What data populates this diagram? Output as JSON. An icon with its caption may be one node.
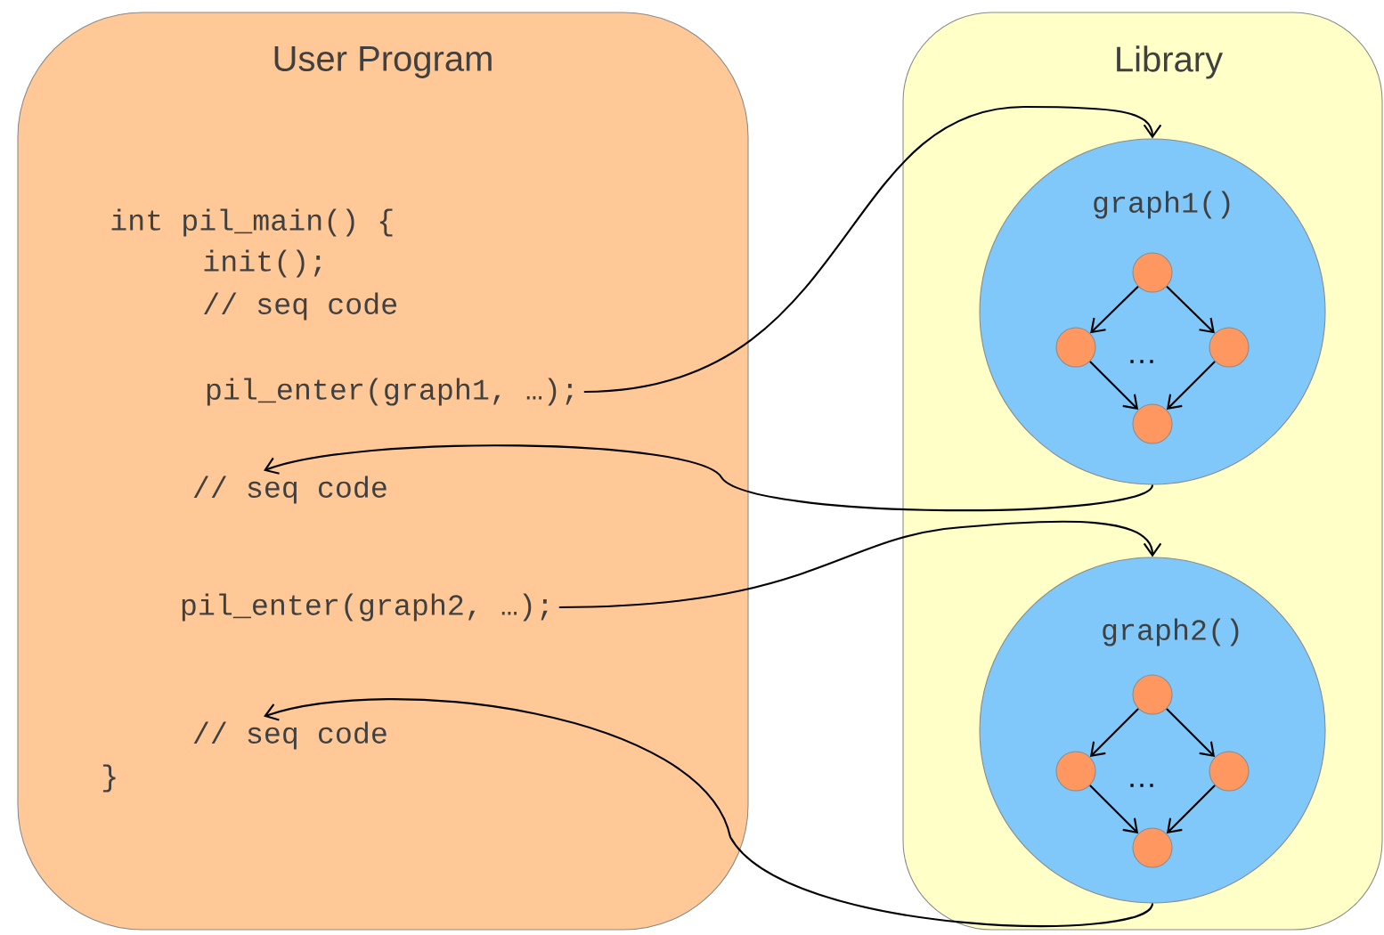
{
  "diagram": {
    "nodes": [
      {
        "text": [
          "User Program",
          "int pil_main() {",
          "init();",
          "// seq code",
          "}"
        ]
      },
      {
        "text": [
          "pil_enter(graph1, …);"
        ],
        "in": 0
      },
      {
        "text": [
          "// seq code"
        ],
        "in": 0
      },
      {
        "text": [
          "pil_enter(graph2, …);"
        ],
        "in": 0
      },
      {
        "text": [
          "// seq code"
        ],
        "in": 0
      },
      {
        "text": [
          "Library"
        ]
      },
      {
        "text": [
          "graph1()"
        ],
        "in": 5
      },
      {
        "text": [],
        "shape": "circle",
        "in": 6
      },
      {
        "text": [],
        "shape": "circle",
        "in": 6
      },
      {
        "text": [],
        "shape": "circle",
        "in": 6
      },
      {
        "text": [],
        "shape": "circle",
        "in": 6
      },
      {
        "text": [
          "graph2()"
        ],
        "in": 5
      },
      {
        "text": [],
        "shape": "circle",
        "in": 11
      },
      {
        "text": [],
        "shape": "circle",
        "in": 11
      },
      {
        "text": [],
        "shape": "circle",
        "in": 11
      },
      {
        "text": [],
        "shape": "circle",
        "in": 11
      }
    ],
    "edges": [
      {
        "from": 1,
        "to": 6,
        "arrow": "to"
      },
      {
        "from": 6,
        "to": 2,
        "arrow": "to"
      },
      {
        "from": 3,
        "to": 11,
        "arrow": "to"
      },
      {
        "from": 11,
        "to": 4,
        "arrow": "to"
      },
      {
        "from": 7,
        "to": 8,
        "arrow": "to"
      },
      {
        "from": 7,
        "to": 9,
        "arrow": "to"
      },
      {
        "from": 8,
        "to": 10,
        "arrow": "to"
      },
      {
        "from": 9,
        "to": 10,
        "arrow": "to"
      },
      {
        "from": 12,
        "to": 13,
        "arrow": "to"
      },
      {
        "from": 12,
        "to": 14,
        "arrow": "to"
      },
      {
        "from": 13,
        "to": 15,
        "arrow": "to"
      },
      {
        "from": 14,
        "to": 15,
        "arrow": "to"
      }
    ],
    "labels": [
      "…",
      "…"
    ]
  }
}
